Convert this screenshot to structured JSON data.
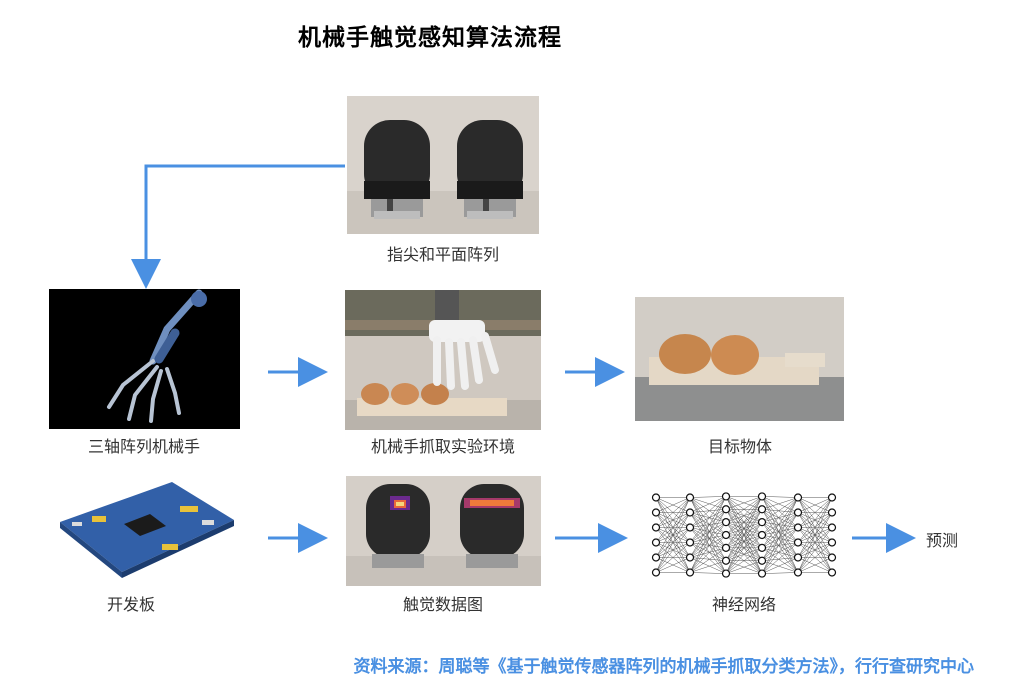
{
  "title": "机械手触觉感知算法流程",
  "captions": {
    "fingertip": "指尖和平面阵列",
    "robot_hand": "三轴阵列机械手",
    "grasp_env": "机械手抓取实验环境",
    "target": "目标物体",
    "dev_board": "开发板",
    "tactile_map": "触觉数据图",
    "neural_net": "神经网络",
    "predict": "预测"
  },
  "source": "资料来源：周聪等《基于触觉传感器阵列的机械手抓取分类方法》，行行查研究中心",
  "colors": {
    "arrow": "#4a90e2",
    "source_text": "#4a90e2"
  }
}
